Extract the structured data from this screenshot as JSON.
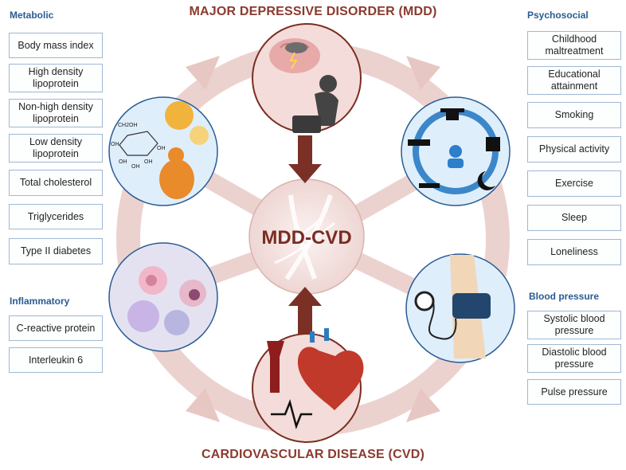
{
  "title_top": "MAJOR DEPRESSIVE DISORDER (MDD)",
  "title_bottom": "CARDIOVASCULAR DISEASE (CVD)",
  "center_label": "MDD-CVD",
  "metabolic": {
    "heading": "Metabolic",
    "items": [
      "Body mass index",
      "High density lipoprotein",
      "Non-high density lipoprotein",
      "Low density lipoprotein",
      "Total cholesterol",
      "Triglycerides",
      "Type II diabetes"
    ]
  },
  "inflammatory": {
    "heading": "Inflammatory",
    "items": [
      "C-reactive protein",
      "Interleukin 6"
    ]
  },
  "psychosocial": {
    "heading": "Psychosocial",
    "items": [
      "Childhood maltreatment",
      "Educational attainment",
      "Smoking",
      "Physical activity",
      "Exercise",
      "Sleep",
      "Loneliness"
    ]
  },
  "blood_pressure": {
    "heading": "Blood pressure",
    "items": [
      "Systolic blood pressure",
      "Diastolic blood pressure",
      "Pulse pressure"
    ]
  },
  "molecule_labels": [
    "CH2OH",
    "OH",
    "OH",
    "OH",
    "OH",
    "OH"
  ],
  "colors": {
    "title": "#8b3a2f",
    "heading": "#2a5b93",
    "box_border": "#9fb8d4",
    "ring": "#e7c7c3",
    "center_fill": "#f3e2e0",
    "arrow": "#7a3025"
  }
}
